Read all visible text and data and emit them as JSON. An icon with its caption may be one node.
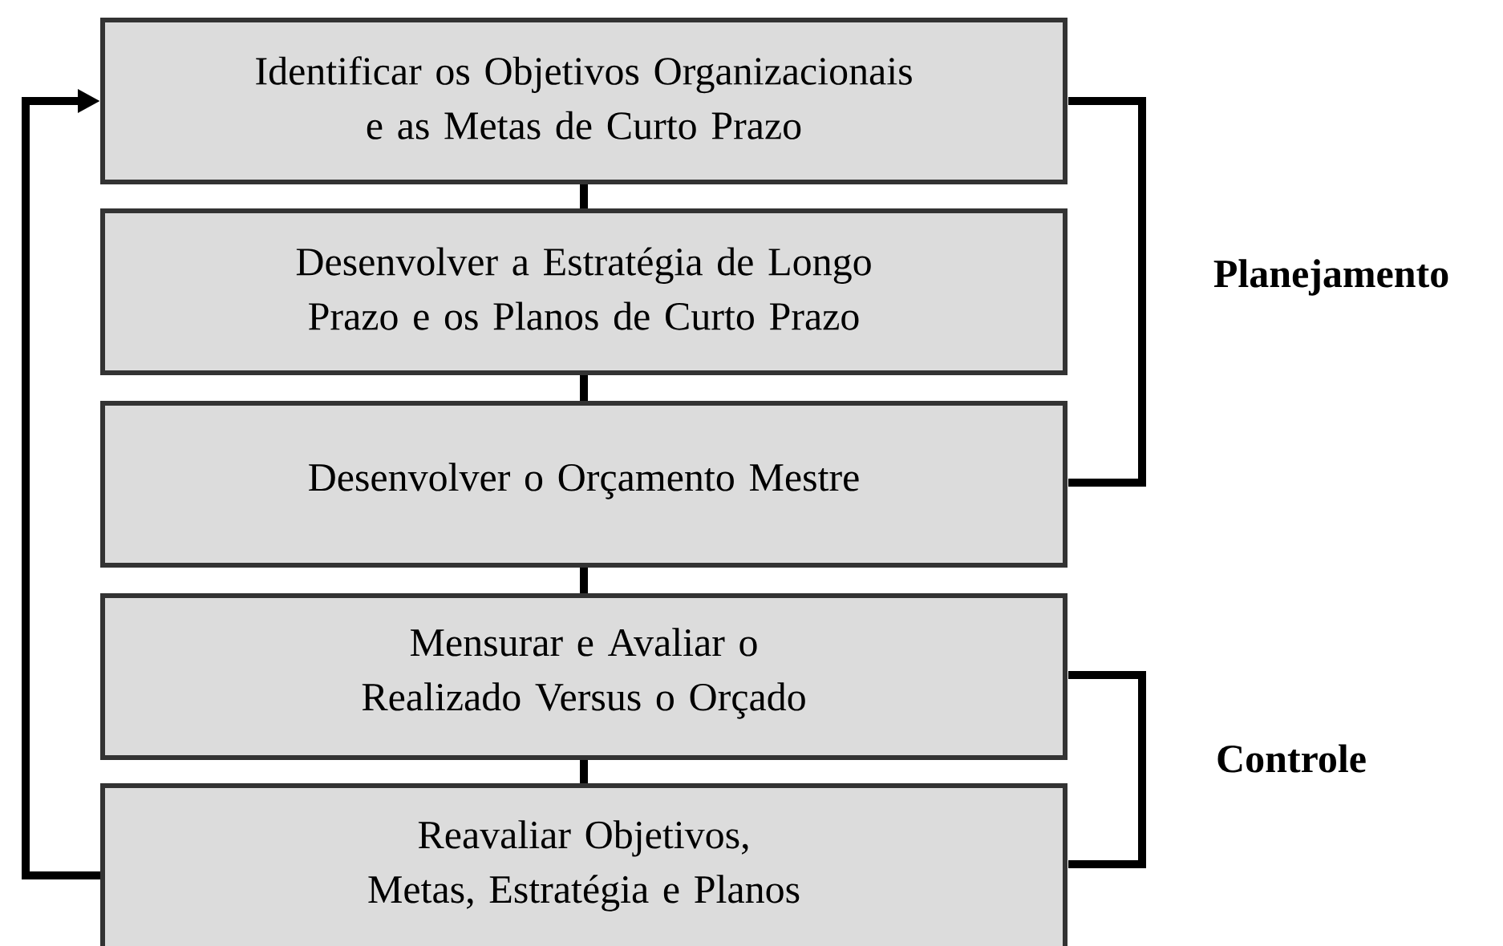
{
  "diagram": {
    "nodes": [
      {
        "text": [
          "Identificar os Objetivos Organizacionais e as Metas de Curto Prazo"
        ]
      },
      {
        "text": [
          "Desenvolver a Estratégia de Longo Prazo e os Planos de Curto Prazo"
        ]
      },
      {
        "text": [
          "Desenvolver o Orçamento Mestre"
        ]
      },
      {
        "text": [
          "Mensurar e Avaliar o Realizado Versus o Orçado"
        ]
      },
      {
        "text": [
          "Reavaliar Objetivos, Metas, Estratégia e Planos"
        ]
      }
    ],
    "edges": [
      {
        "from": 0,
        "to": 1,
        "arrow": "none"
      },
      {
        "from": 1,
        "to": 2,
        "arrow": "none"
      },
      {
        "from": 2,
        "to": 3,
        "arrow": "none"
      },
      {
        "from": 3,
        "to": 4,
        "arrow": "none"
      },
      {
        "from": 4,
        "to": 0,
        "arrow": "to"
      }
    ],
    "labels": [
      "Planejamento",
      "Controle"
    ]
  }
}
